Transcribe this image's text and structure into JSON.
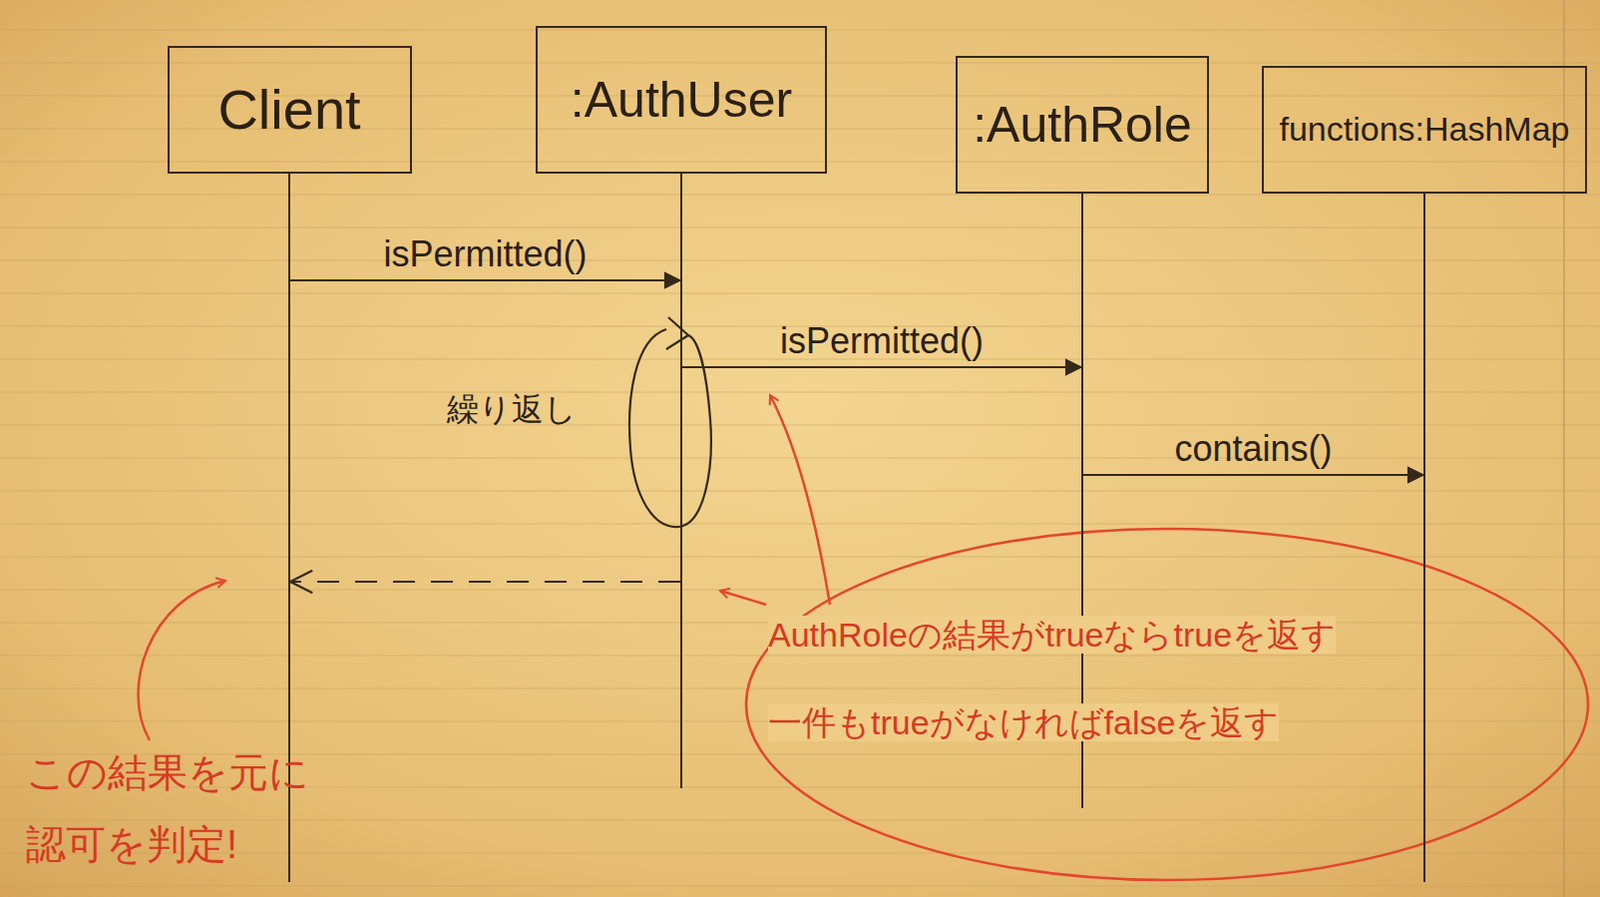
{
  "diagram": {
    "nodes": [
      {
        "text": [
          "Client"
        ]
      },
      {
        "text": [
          ":AuthUser"
        ]
      },
      {
        "text": [
          ":AuthRole"
        ]
      },
      {
        "text": [
          "functions:HashMap"
        ]
      }
    ],
    "edges": [
      {
        "from": 0,
        "to": 1,
        "label": "isPermitted()",
        "arrow": "to"
      },
      {
        "from": 1,
        "to": 2,
        "label": "isPermitted()",
        "arrow": "to"
      },
      {
        "from": 2,
        "to": 3,
        "label": "contains()",
        "arrow": "to"
      },
      {
        "from": 1,
        "to": 0,
        "arrow": "to"
      }
    ],
    "labels": [
      "繰り返し",
      "AuthRoleの結果がtrueならtrueを返す 一件もtrueがなければfalseを返す",
      "この結果を元に 認可を判定!"
    ]
  }
}
